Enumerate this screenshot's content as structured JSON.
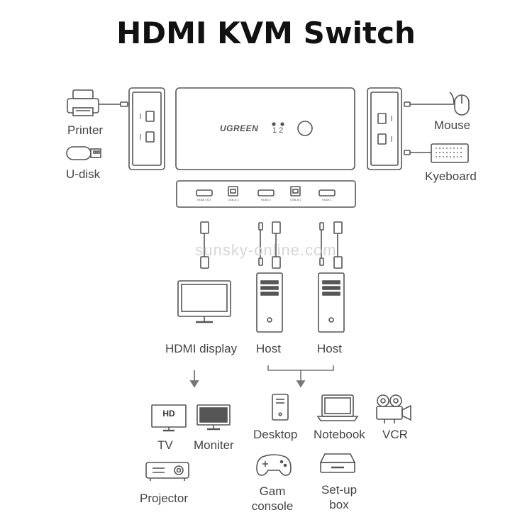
{
  "title": "HDMI KVM Switch",
  "device": {
    "brand": "UGREEN",
    "led_labels": "1 2",
    "ports": [
      "HDMI OUT",
      "USB-B 2",
      "HDMI 2",
      "USB-B 1",
      "HDMI 1"
    ]
  },
  "peripherals": {
    "printer": "Printer",
    "udisk": "U-disk",
    "mouse": "Mouse",
    "keyboard": "Kyeboard"
  },
  "connected": {
    "display": "HDMI display",
    "host1": "Host",
    "host2": "Host"
  },
  "display_alternatives": {
    "tv": "TV",
    "tv_badge": "HD",
    "monitor": "Moniter",
    "projector": "Projector"
  },
  "host_alternatives": {
    "desktop": "Desktop",
    "notebook": "Notebook",
    "vcr": "VCR",
    "game_console_line1": "Gam",
    "game_console_line2": "console",
    "settop_line1": "Set-up",
    "settop_line2": "box"
  },
  "watermark": "sunsky-online.com",
  "colors": {
    "stroke": "#555555",
    "title": "#111111",
    "label": "#444444",
    "arrow": "#777777"
  }
}
